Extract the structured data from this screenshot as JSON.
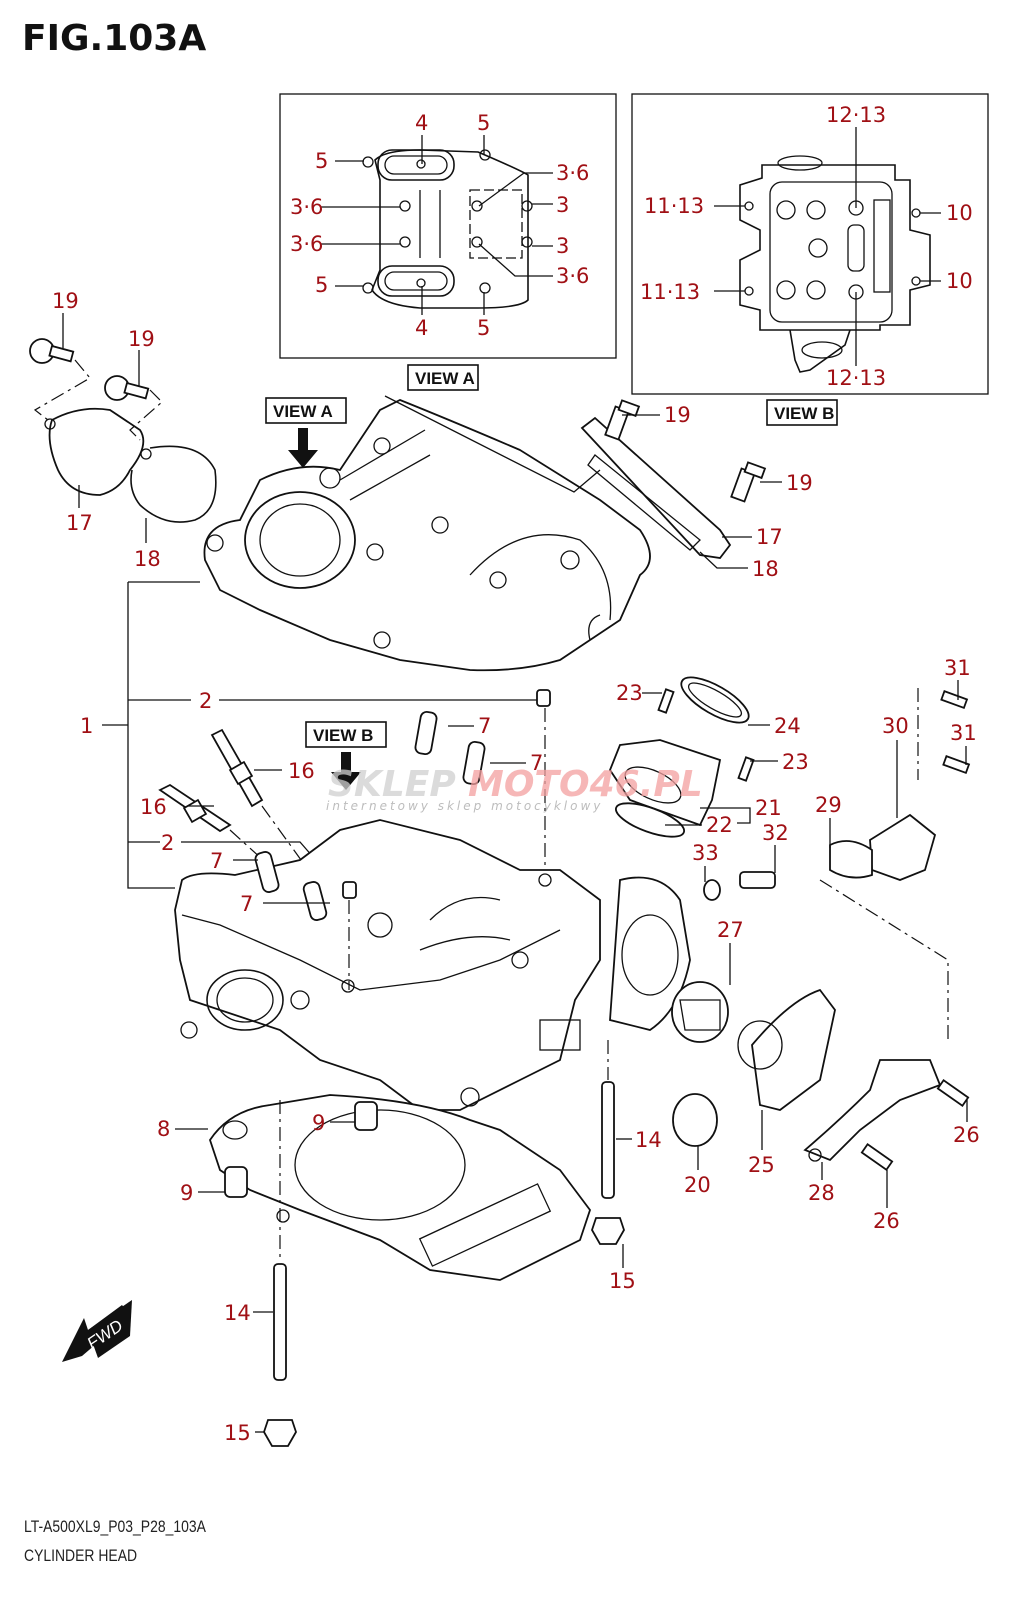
{
  "figure": {
    "title": "FIG.103A",
    "code": "LT-A500XL9_P03_P28_103A",
    "name": "CYLINDER HEAD",
    "callout_color": "#a01015"
  },
  "views": {
    "view_a_label": "VIEW A",
    "view_b_label": "VIEW B"
  },
  "watermark": {
    "brand_gray": "SKLEP",
    "brand_red": "MOTO46.PL",
    "tagline": "internetowy sklep motocyklowy"
  },
  "direction_marker": {
    "label": "FWD"
  },
  "callouts": {
    "view_a": [
      {
        "id": "va-4-top",
        "text": "4"
      },
      {
        "id": "va-5-top-right",
        "text": "5"
      },
      {
        "id": "va-5-top-left",
        "text": "5"
      },
      {
        "id": "va-36-right-upper",
        "text": "3·6"
      },
      {
        "id": "va-36-left-upper",
        "text": "3·6"
      },
      {
        "id": "va-3-right-upper",
        "text": "3"
      },
      {
        "id": "va-36-left-lower",
        "text": "3·6"
      },
      {
        "id": "va-3-right-lower",
        "text": "3"
      },
      {
        "id": "va-5-bottom-left",
        "text": "5"
      },
      {
        "id": "va-36-right-lower",
        "text": "3·6"
      },
      {
        "id": "va-4-bottom",
        "text": "4"
      },
      {
        "id": "va-5-bottom-right",
        "text": "5"
      }
    ],
    "view_b": [
      {
        "id": "vb-1213-top",
        "text": "12·13"
      },
      {
        "id": "vb-1113-upper",
        "text": "11·13"
      },
      {
        "id": "vb-10-upper",
        "text": "10"
      },
      {
        "id": "vb-10-lower",
        "text": "10"
      },
      {
        "id": "vb-1113-lower",
        "text": "11·13"
      },
      {
        "id": "vb-1213-bottom",
        "text": "12·13"
      }
    ],
    "main": [
      {
        "id": "p19-a",
        "text": "19"
      },
      {
        "id": "p19-b",
        "text": "19"
      },
      {
        "id": "p17-left",
        "text": "17"
      },
      {
        "id": "p18-left",
        "text": "18"
      },
      {
        "id": "p19-c",
        "text": "19"
      },
      {
        "id": "p19-d",
        "text": "19"
      },
      {
        "id": "p17-right",
        "text": "17"
      },
      {
        "id": "p18-right",
        "text": "18"
      },
      {
        "id": "p1",
        "text": "1"
      },
      {
        "id": "p2-upper",
        "text": "2"
      },
      {
        "id": "p2-lower",
        "text": "2"
      },
      {
        "id": "p7-a",
        "text": "7"
      },
      {
        "id": "p7-b",
        "text": "7"
      },
      {
        "id": "p7-c",
        "text": "7"
      },
      {
        "id": "p7-d",
        "text": "7"
      },
      {
        "id": "p16-a",
        "text": "16"
      },
      {
        "id": "p16-b",
        "text": "16"
      },
      {
        "id": "p23-a",
        "text": "23"
      },
      {
        "id": "p24",
        "text": "24"
      },
      {
        "id": "p23-b",
        "text": "23"
      },
      {
        "id": "p21",
        "text": "21"
      },
      {
        "id": "p22",
        "text": "22"
      },
      {
        "id": "p31-a",
        "text": "31"
      },
      {
        "id": "p30",
        "text": "30"
      },
      {
        "id": "p31-b",
        "text": "31"
      },
      {
        "id": "p29",
        "text": "29"
      },
      {
        "id": "p33",
        "text": "33"
      },
      {
        "id": "p32",
        "text": "32"
      },
      {
        "id": "p27",
        "text": "27"
      },
      {
        "id": "p8",
        "text": "8"
      },
      {
        "id": "p9-a",
        "text": "9"
      },
      {
        "id": "p9-b",
        "text": "9"
      },
      {
        "id": "p14-right",
        "text": "14"
      },
      {
        "id": "p20",
        "text": "20"
      },
      {
        "id": "p25",
        "text": "25"
      },
      {
        "id": "p28",
        "text": "28"
      },
      {
        "id": "p26-a",
        "text": "26"
      },
      {
        "id": "p26-b",
        "text": "26"
      },
      {
        "id": "p15-right",
        "text": "15"
      },
      {
        "id": "p14-left",
        "text": "14"
      },
      {
        "id": "p15-left",
        "text": "15"
      }
    ]
  }
}
